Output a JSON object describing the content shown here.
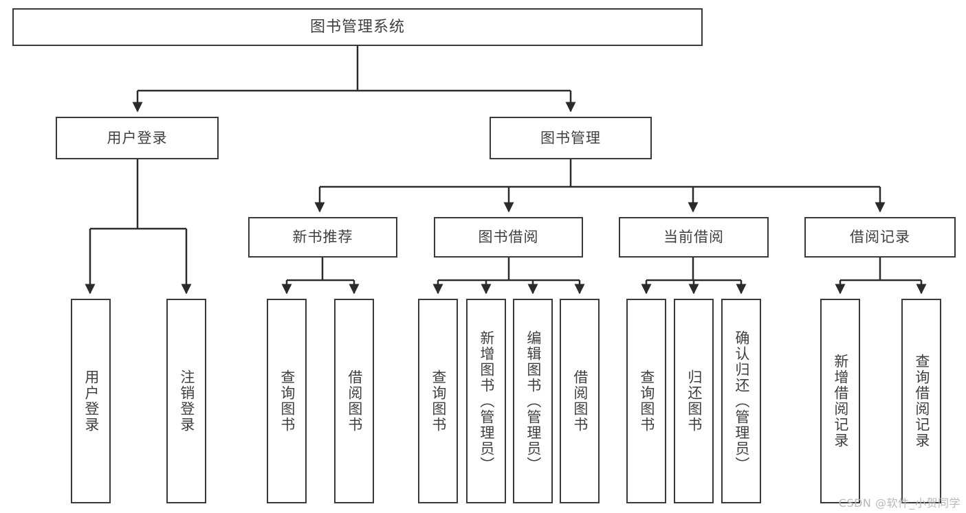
{
  "diagram": {
    "title": "图书管理系统",
    "type": "tree",
    "colors": {
      "box_border": "#3a3a3a",
      "box_fill": "#ffffff",
      "text": "#3f3f3f",
      "connector": "#2b2b2b",
      "watermark": "#b9b9b9"
    },
    "nodes": {
      "root": {
        "label": "图书管理系统"
      },
      "level2": [
        {
          "id": "user-login",
          "label": "用户登录"
        },
        {
          "id": "book-manage",
          "label": "图书管理"
        }
      ],
      "level3": [
        {
          "id": "new-book-recommend",
          "label": "新书推荐"
        },
        {
          "id": "book-borrow",
          "label": "图书借阅"
        },
        {
          "id": "current-borrow",
          "label": "当前借阅"
        },
        {
          "id": "borrow-record",
          "label": "借阅记录"
        }
      ],
      "leaves": [
        {
          "id": "leaf-user-login",
          "label": "用户登录"
        },
        {
          "id": "leaf-logout-login",
          "label": "注销登录"
        },
        {
          "id": "leaf-query-book-1",
          "label": "查询图书"
        },
        {
          "id": "leaf-borrow-book-1",
          "label": "借阅图书"
        },
        {
          "id": "leaf-query-book-2",
          "label": "查询图书"
        },
        {
          "id": "leaf-add-book",
          "label": "新增图书（管理员）"
        },
        {
          "id": "leaf-edit-book",
          "label": "编辑图书（管理员）"
        },
        {
          "id": "leaf-borrow-book-2",
          "label": "借阅图书"
        },
        {
          "id": "leaf-query-book-3",
          "label": "查询图书"
        },
        {
          "id": "leaf-return-book",
          "label": "归还图书"
        },
        {
          "id": "leaf-confirm-return",
          "label": "确认归还（管理员）"
        },
        {
          "id": "leaf-add-record",
          "label": "新增借阅记录"
        },
        {
          "id": "leaf-query-record",
          "label": "查询借阅记录"
        }
      ]
    }
  },
  "watermark": {
    "text": "CSDN @软件_小贺同学"
  }
}
